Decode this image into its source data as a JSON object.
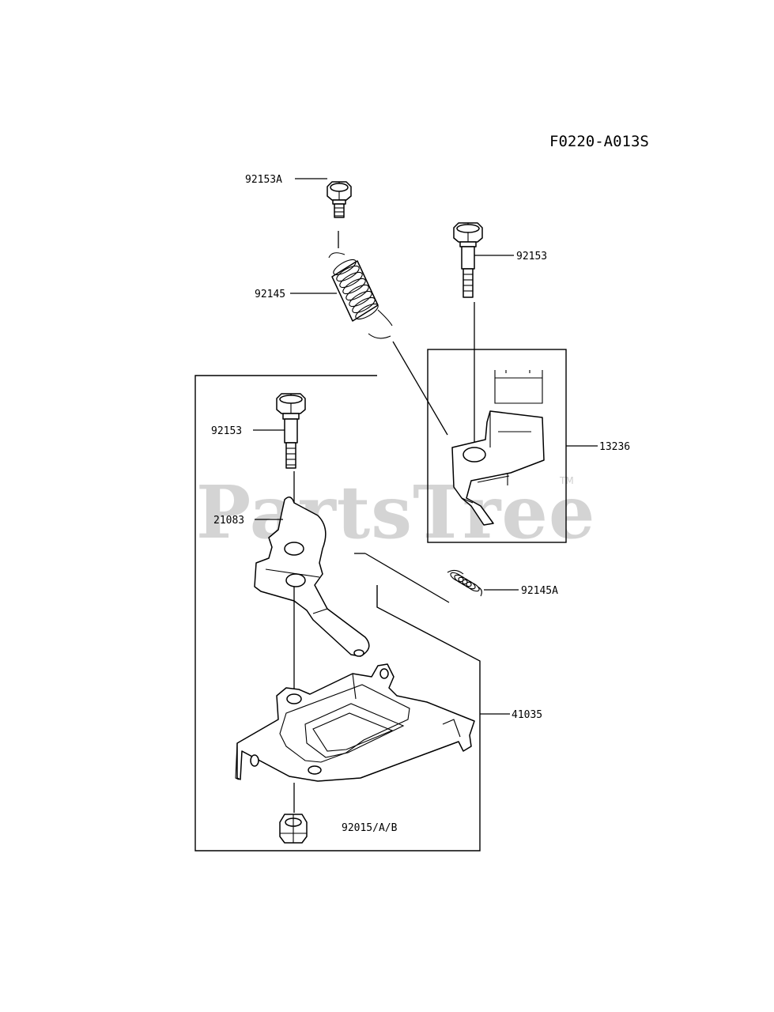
{
  "diagram_code": "F0220-A013S",
  "watermark": {
    "text": "PartsTree",
    "trademark": "TM"
  },
  "parts": {
    "p92153A": "92153A",
    "p92145": "92145",
    "p92153_top": "92153",
    "p13236": "13236",
    "p92153_left": "92153",
    "p21083": "21083",
    "p92145A": "92145A",
    "p41035": "41035",
    "p92015": "92015/A/B"
  }
}
